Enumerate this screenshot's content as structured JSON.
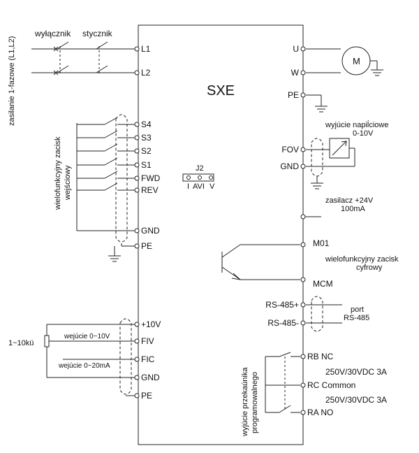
{
  "title": "SXE",
  "supply_label": "zasilanie 1-fazowe (L1,L2)",
  "switch_label": "wyłącznik",
  "contactor_label": "stycznik",
  "left_terminals": {
    "L1": "L1",
    "L2": "L2",
    "S4": "S4",
    "S3": "S3",
    "S2": "S2",
    "S1": "S1",
    "FWD": "FWD",
    "REV": "REV",
    "GND1": "GND",
    "PE1": "PE",
    "V10": "+10V",
    "FIV": "FIV",
    "FIC": "FIC",
    "GND2": "GND",
    "PE2": "PE"
  },
  "right_terminals": {
    "U": "U",
    "W": "W",
    "PE": "PE",
    "FOV": "FOV",
    "GND": "GND",
    "M01": "M01",
    "MCM": "MCM",
    "RS485P": "RS-485+",
    "RS485N": "RS-485-",
    "RB": "RB NC",
    "RC": "RC Common",
    "RA": "RA NO"
  },
  "motor_label": "M",
  "digital_input_label": [
    "wielofunkcyjny zacisk",
    "wejściowy"
  ],
  "jumper": {
    "name": "J2",
    "left": "I",
    "mid": "AVI",
    "right": "V"
  },
  "voltage_output_label": [
    "wyjúcie napiĺciowe",
    "0-10V"
  ],
  "supply24_label": [
    "zasilacz +24V",
    "100mA"
  ],
  "digital_output_label": [
    "wielofunkcyjny zacisk",
    "cyfrowy"
  ],
  "port_label": [
    "port",
    "RS-485"
  ],
  "relay_label": [
    "wyjúcie przekaúnika",
    "programowalnego"
  ],
  "relay_rating_1": "250V/30VDC 3A",
  "relay_rating_2": "250V/30VDC 3A",
  "pot_label": "1~10kü",
  "fiv_label": "wejúcie 0~10V",
  "fic_label": "wejúcie 0~20mA"
}
